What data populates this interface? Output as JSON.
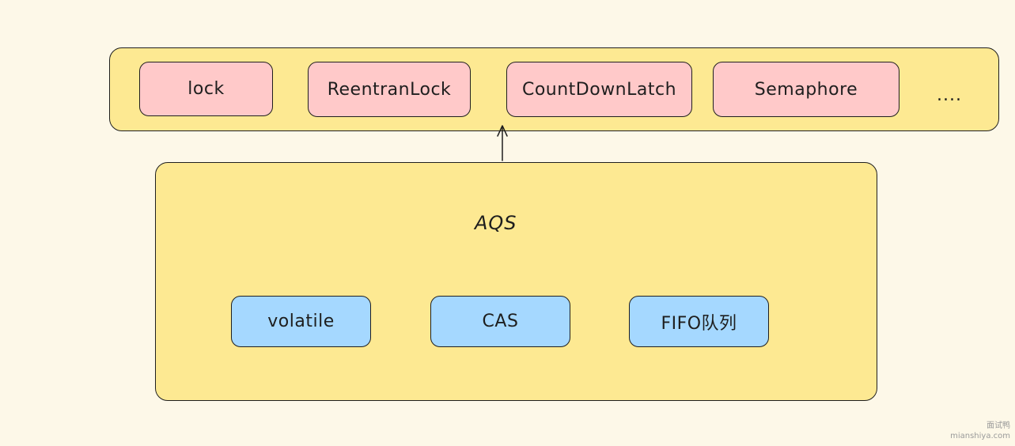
{
  "diagram": {
    "top_row": [
      {
        "label": "lock"
      },
      {
        "label": "ReentranLock"
      },
      {
        "label": "CountDownLatch"
      },
      {
        "label": "Semaphore"
      }
    ],
    "top_ellipsis": "....",
    "aqs": {
      "title": "AQS",
      "components": [
        {
          "label": "volatile"
        },
        {
          "label": "CAS"
        },
        {
          "label": "FIFO队列"
        }
      ]
    }
  },
  "watermark": {
    "name": "面试鸭",
    "url": "mianshiya.com"
  },
  "colors": {
    "background": "#fdf8e8",
    "panel_fill": "#fde992",
    "top_box_fill": "#ffc9c9",
    "aqs_box_fill": "#a5d8ff",
    "stroke": "#1f1f1f"
  }
}
